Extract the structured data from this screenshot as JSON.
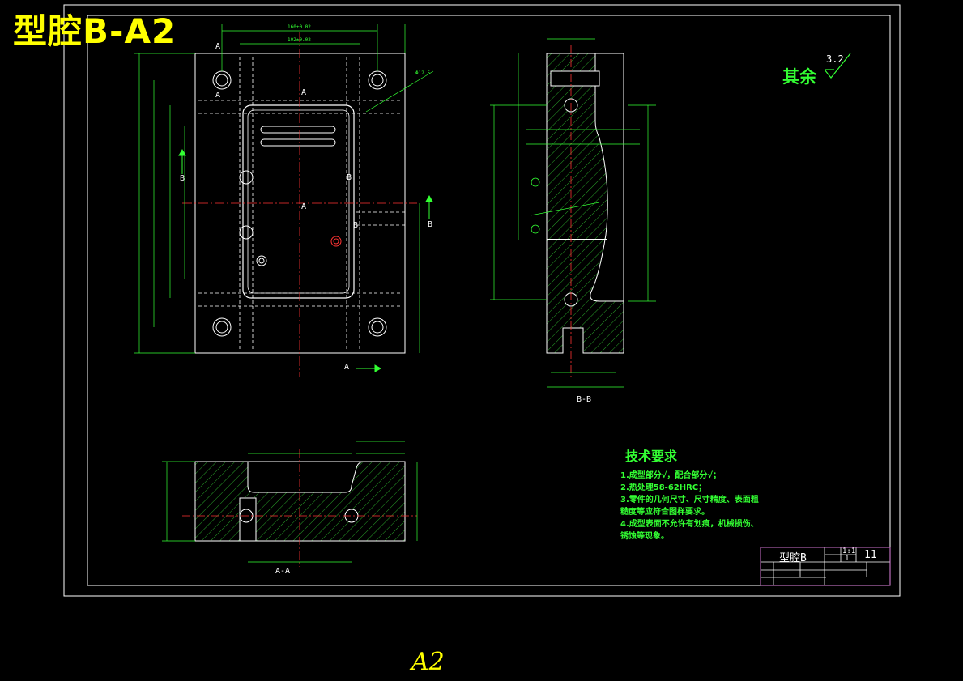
{
  "title": "型腔B-A2",
  "sheet_label": "A2",
  "surface_note": {
    "prefix": "其余",
    "roughness": "3.2"
  },
  "views": {
    "section_aa": "A-A",
    "section_bb": "B-B",
    "cut_labels": [
      "A",
      "B"
    ]
  },
  "technical_requirements": {
    "title": "技术要求",
    "items": [
      "1.成型部分√，配合部分√；",
      "2.热处理58-62HRC；",
      "3.零件的几何尺寸、尺寸精度、表面粗",
      "  糙度等应符合图样要求。",
      "4.成型表面不允许有划痕，机械损伤、",
      "  锈蚀等现象。"
    ]
  },
  "title_block": {
    "part_name": "型腔B",
    "scale": "1:1",
    "quantity": "1",
    "drawing_no": "11"
  },
  "colors": {
    "background": "#000000",
    "outline": "#ffffff",
    "dimension": "#33ff33",
    "center_line": "#ff3333",
    "title": "#ffff00",
    "hatch": "#33cc33",
    "title_block_accent": "#cc33cc"
  }
}
